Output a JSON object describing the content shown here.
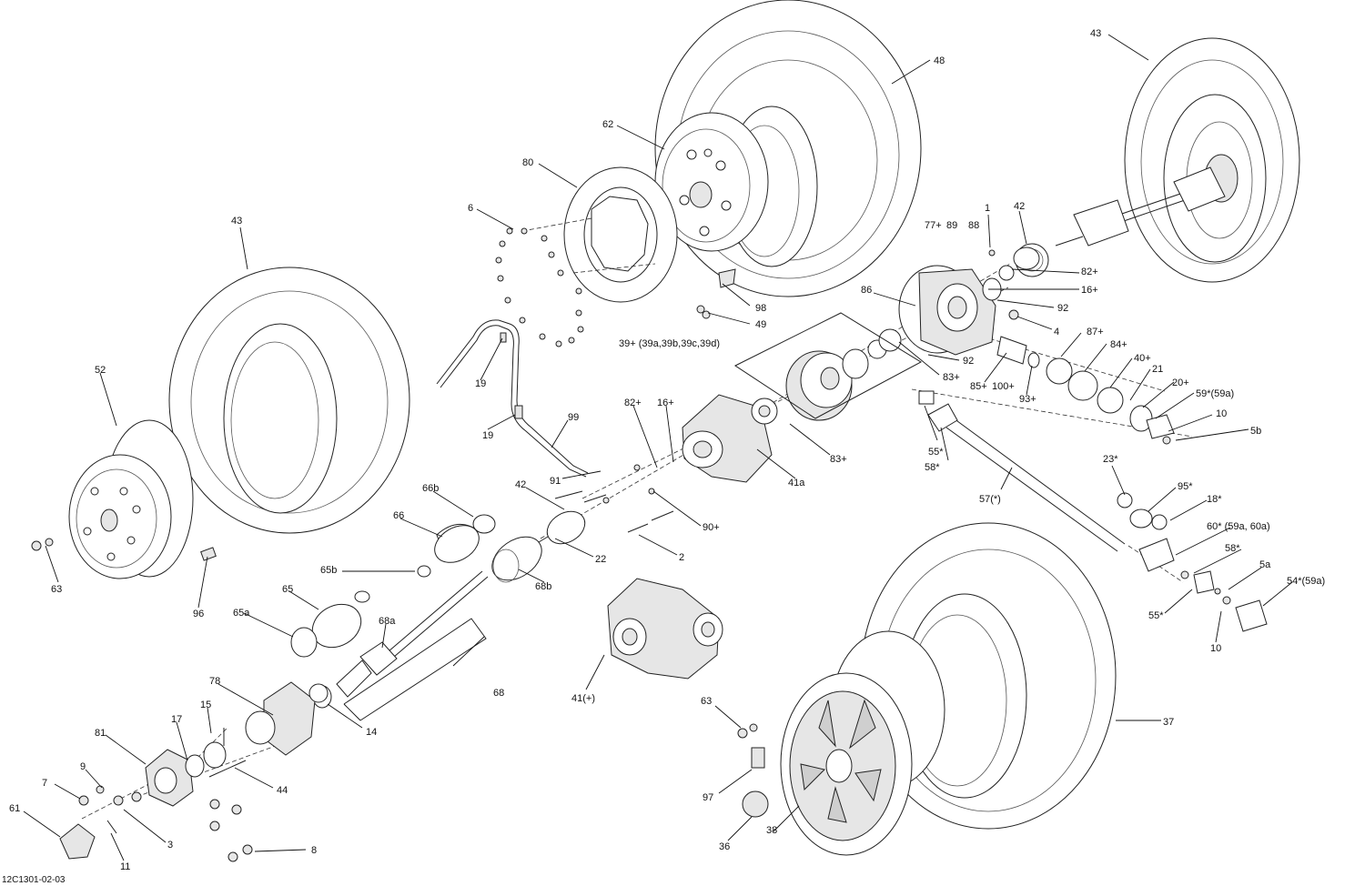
{
  "diagram_code": "12C1301-02-03",
  "callouts": [
    "43",
    "48",
    "43",
    "62",
    "80",
    "6",
    "52",
    "63",
    "96",
    "19",
    "19",
    "99",
    "98",
    "49",
    "1",
    "42",
    "77+",
    "89",
    "88",
    "82+",
    "16+",
    "92",
    "86",
    "4",
    "39+ (39a,39b,39c,39d)",
    "92",
    "83+",
    "85+",
    "100+",
    "93+",
    "87+",
    "84+",
    "40+",
    "21",
    "20+",
    "59*(59a)",
    "10",
    "5b",
    "82+",
    "16+",
    "83+",
    "41a",
    "91",
    "90+",
    "2",
    "42",
    "22",
    "66b",
    "66",
    "65b",
    "65",
    "65a",
    "68a",
    "68b",
    "68",
    "41(+)",
    "14",
    "78",
    "15",
    "17",
    "81",
    "9",
    "44",
    "7",
    "3",
    "61",
    "11",
    "8",
    "63",
    "97",
    "36",
    "38",
    "37",
    "55*",
    "58*",
    "57(*)",
    "23*",
    "95*",
    "18*",
    "60* (59a, 60a)",
    "58*",
    "5a",
    "54*(59a)",
    "55*",
    "10"
  ]
}
